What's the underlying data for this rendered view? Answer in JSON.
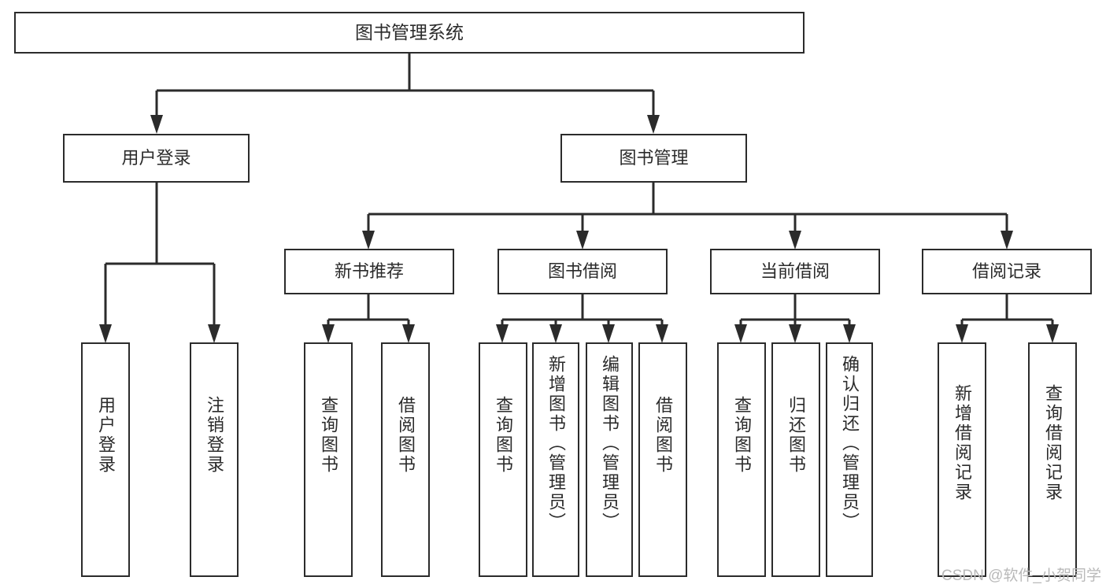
{
  "diagram": {
    "type": "tree-hierarchy",
    "title": "图书管理系统",
    "watermark": "CSDN @软件_小贺同学",
    "colors": {
      "box_border": "#2b2b2b",
      "box_fill": "#ffffff",
      "edge": "#2b2b2b",
      "text": "#2b2b2b",
      "watermark": "#b9b9b9",
      "background": "#ffffff"
    },
    "nodes": {
      "root": {
        "label": "图书管理系统"
      },
      "level1": [
        {
          "id": "user-login",
          "label": "用户登录"
        },
        {
          "id": "book-manage",
          "label": "图书管理"
        }
      ],
      "level2": [
        {
          "id": "new-book-recommend",
          "label": "新书推荐"
        },
        {
          "id": "book-borrow",
          "label": "图书借阅"
        },
        {
          "id": "current-borrow",
          "label": "当前借阅"
        },
        {
          "id": "borrow-record",
          "label": "借阅记录"
        }
      ],
      "leaves": [
        {
          "id": "leaf-user-login",
          "parent": "user-login",
          "label": "用户登录"
        },
        {
          "id": "leaf-logout-login",
          "parent": "user-login",
          "label": "注销登录"
        },
        {
          "id": "leaf-query-book-1",
          "parent": "new-book-recommend",
          "label": "查询图书"
        },
        {
          "id": "leaf-borrow-book-1",
          "parent": "new-book-recommend",
          "label": "借阅图书"
        },
        {
          "id": "leaf-query-book-2",
          "parent": "book-borrow",
          "label": "查询图书"
        },
        {
          "id": "leaf-add-book",
          "parent": "book-borrow",
          "label": "新增图书（管理员）"
        },
        {
          "id": "leaf-edit-book",
          "parent": "book-borrow",
          "label": "编辑图书（管理员）"
        },
        {
          "id": "leaf-borrow-book-2",
          "parent": "book-borrow",
          "label": "借阅图书"
        },
        {
          "id": "leaf-query-book-3",
          "parent": "current-borrow",
          "label": "查询图书"
        },
        {
          "id": "leaf-return-book",
          "parent": "current-borrow",
          "label": "归还图书"
        },
        {
          "id": "leaf-confirm-return",
          "parent": "current-borrow",
          "label": "确认归还（管理员）"
        },
        {
          "id": "leaf-add-record",
          "parent": "borrow-record",
          "label": "新增借阅记录"
        },
        {
          "id": "leaf-query-record",
          "parent": "borrow-record",
          "label": "查询借阅记录"
        }
      ]
    }
  }
}
